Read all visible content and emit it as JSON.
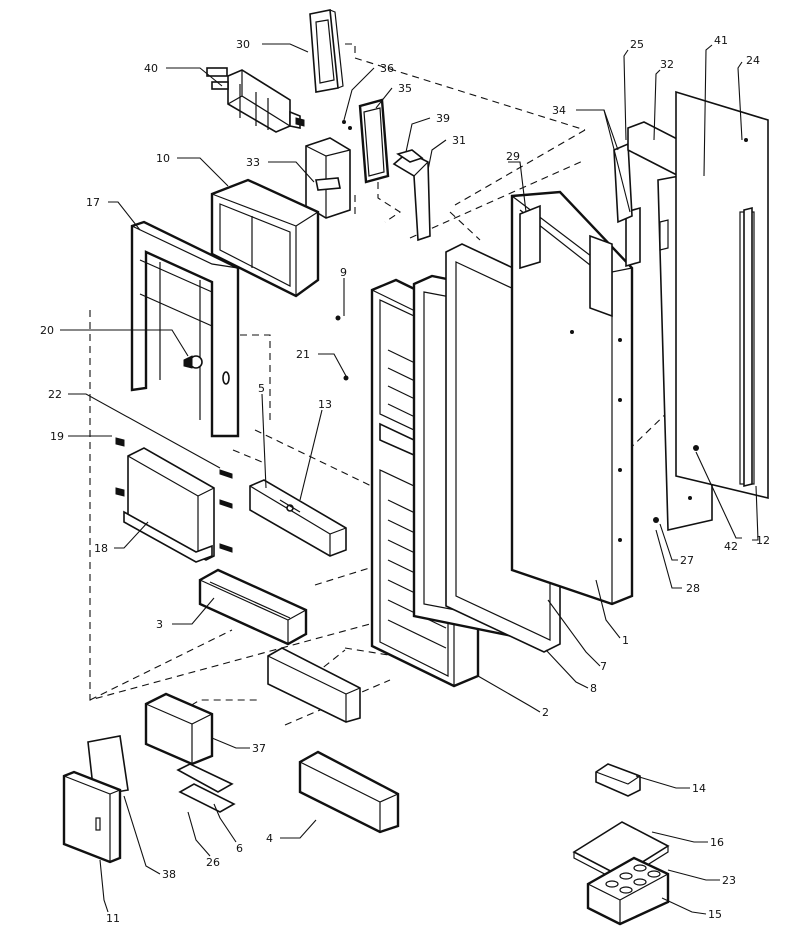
{
  "diagram": {
    "title": "",
    "callouts": {
      "p1": "1",
      "p2": "2",
      "p3": "3",
      "p4": "4",
      "p5": "5",
      "p6": "6",
      "p7": "7",
      "p8": "8",
      "p9": "9",
      "p10": "10",
      "p11": "11",
      "p12": "12",
      "p13": "13",
      "p14": "14",
      "p15": "15",
      "p16": "16",
      "p17": "17",
      "p18": "18",
      "p19": "19",
      "p20": "20",
      "p21": "21",
      "p22": "22",
      "p23": "23",
      "p24": "24",
      "p25": "25",
      "p26": "26",
      "p27": "27",
      "p28": "28",
      "p29": "29",
      "p30": "30",
      "p31": "31",
      "p32": "32",
      "p33": "33",
      "p34": "34",
      "p35": "35",
      "p36": "36",
      "p37": "37",
      "p38": "38",
      "p39": "39",
      "p40": "40",
      "p41": "41",
      "p42": "42"
    }
  }
}
